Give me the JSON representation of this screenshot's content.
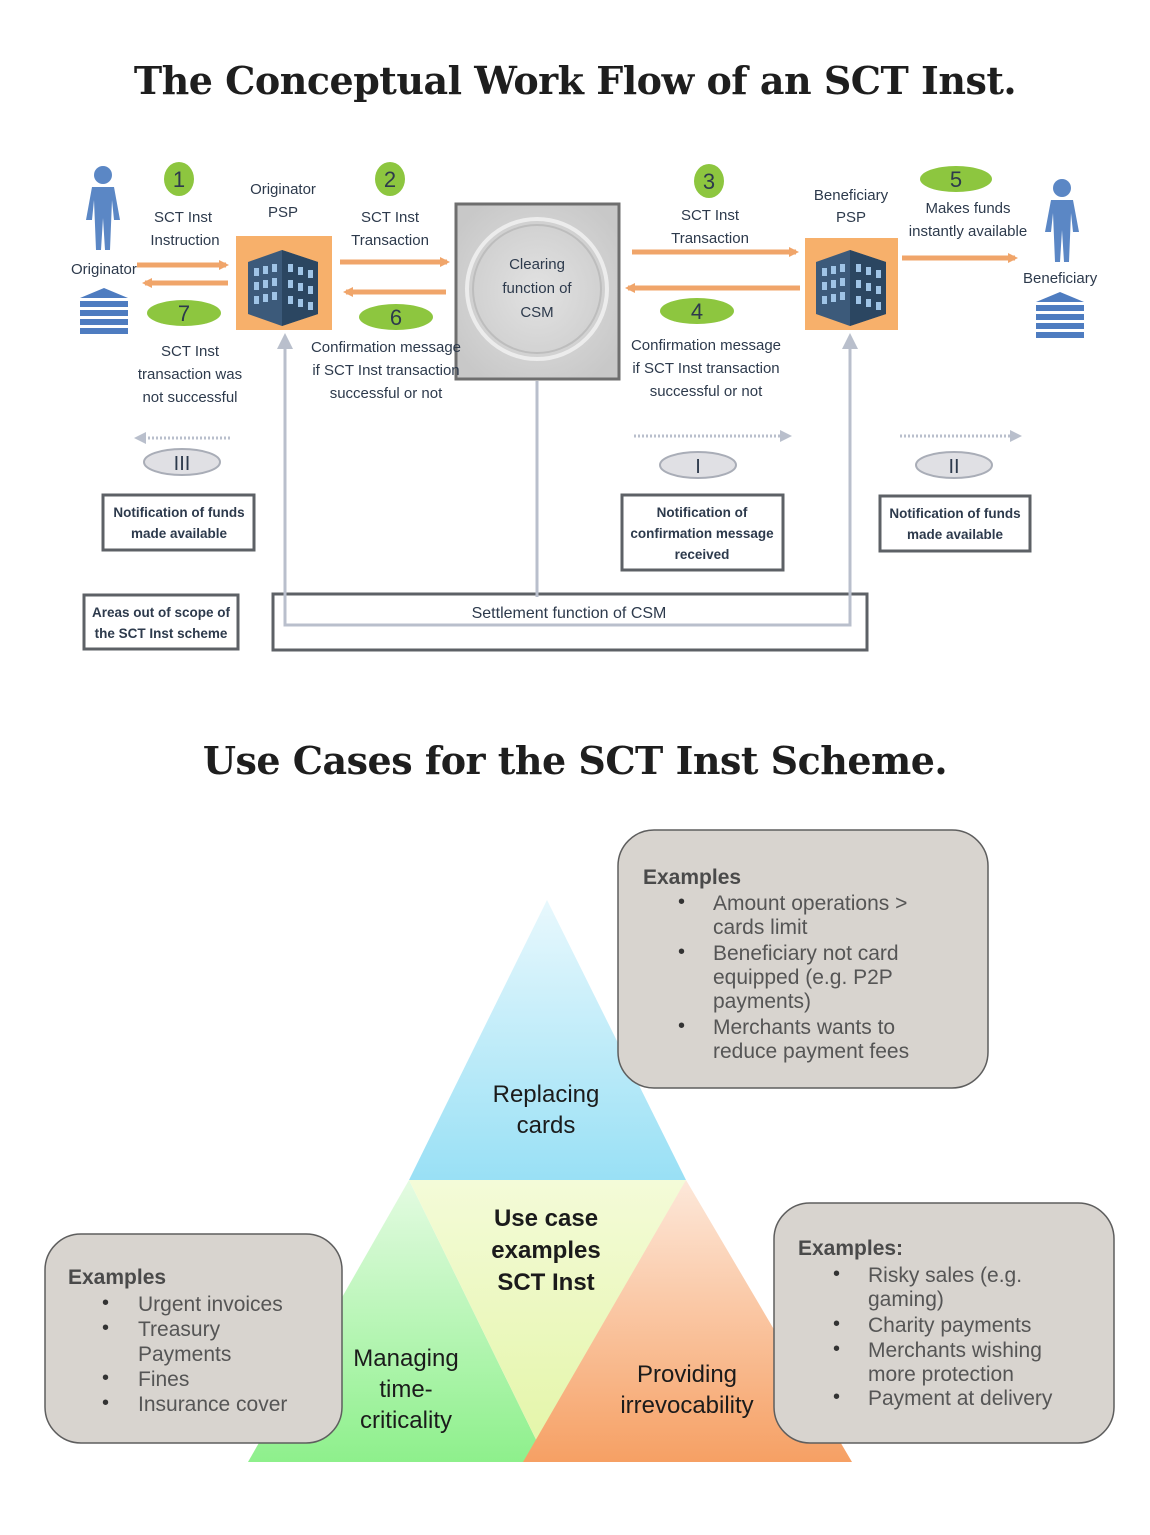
{
  "titles": {
    "workflow": "The Conceptual Work Flow of an SCT Inst.",
    "use_cases": "Use Cases for the SCT Inst Scheme."
  },
  "workflow": {
    "originator": "Originator",
    "originator_psp_1": "Originator",
    "originator_psp_2": "PSP",
    "beneficiary_psp_1": "Beneficiary",
    "beneficiary_psp_2": "PSP",
    "beneficiary": "Beneficiary",
    "csm_1": "Clearing",
    "csm_2": "function of",
    "csm_3": "CSM",
    "steps": [
      {
        "num": "1",
        "line1": "SCT Inst",
        "line2": "Instruction",
        "line3": ""
      },
      {
        "num": "2",
        "line1": "SCT Inst",
        "line2": "Transaction",
        "line3": ""
      },
      {
        "num": "3",
        "line1": "SCT Inst",
        "line2": "Transaction",
        "line3": ""
      },
      {
        "num": "4",
        "line1": "Confirmation message",
        "line2": "if SCT Inst transaction",
        "line3": "successful or not"
      },
      {
        "num": "5",
        "line1": "Makes funds",
        "line2": "instantly available",
        "line3": ""
      },
      {
        "num": "6",
        "line1": "Confirmation message",
        "line2": "if SCT Inst transaction",
        "line3": "successful or not"
      },
      {
        "num": "7",
        "line1": "SCT Inst",
        "line2": "transaction was",
        "line3": "not successful"
      }
    ],
    "notifications": [
      {
        "roman": "III",
        "line1": "Notification of funds",
        "line2": "made available",
        "line3": ""
      },
      {
        "roman": "I",
        "line1": "Notification of",
        "line2": "confirmation message",
        "line3": "received"
      },
      {
        "roman": "II",
        "line1": "Notification of funds",
        "line2": "made available",
        "line3": ""
      }
    ],
    "out_of_scope_1": "Areas out of scope of",
    "out_of_scope_2": "the SCT Inst scheme",
    "settlement": "Settlement function of CSM"
  },
  "use_cases": {
    "top": {
      "line1": "Replacing",
      "line2": "cards"
    },
    "center": {
      "line1": "Use case",
      "line2": "examples",
      "line3": "SCT Inst"
    },
    "left": {
      "line1": "Managing",
      "line2": "time-",
      "line3": "criticality"
    },
    "right": {
      "line1": "Providing",
      "line2": "irrevocability"
    },
    "top_examples": {
      "title": "Examples",
      "lines": [
        "Amount operations >",
        "cards limit",
        "Beneficiary not card",
        "equipped (e.g. P2P",
        "payments)",
        "Merchants wants to",
        "reduce payment fees"
      ]
    },
    "left_examples": {
      "title": "Examples",
      "lines": [
        "Urgent invoices",
        "Treasury",
        "Payments",
        "Fines",
        "Insurance cover"
      ]
    },
    "right_examples": {
      "title": "Examples:",
      "lines": [
        "Risky sales (e.g.",
        "gaming)",
        "Charity payments",
        "Merchants wishing",
        "more protection",
        "Payment at delivery"
      ]
    }
  },
  "colors": {
    "arrow": "#f0a56a",
    "step_circle": "#8dc63f",
    "psp_box": "#f7b06b",
    "csm_box": "#d6d6d6",
    "top_triangle": "#a9e3f5",
    "left_triangle": "#9ef09a",
    "right_triangle": "#f7a66c",
    "center_triangle": "#e8f7b8",
    "example_box": "#d8d4cf"
  }
}
